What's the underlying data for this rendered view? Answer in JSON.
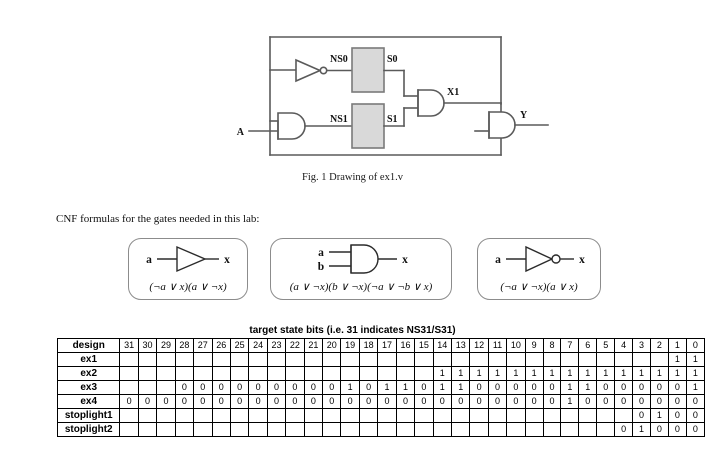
{
  "figure": {
    "caption": "Fig. 1 Drawing of ex1.v",
    "signals": {
      "input_a": "A",
      "ns0": "NS0",
      "s0": "S0",
      "ns1": "NS1",
      "s1": "S1",
      "x1": "X1",
      "y": "Y"
    },
    "gates": [
      {
        "name": "inverter-ns0",
        "type": "not"
      },
      {
        "name": "flipflop-s0",
        "type": "register"
      },
      {
        "name": "and-gate-ns1",
        "type": "and"
      },
      {
        "name": "flipflop-s1",
        "type": "register"
      },
      {
        "name": "and-gate-x1",
        "type": "and"
      },
      {
        "name": "and-gate-y",
        "type": "and"
      }
    ]
  },
  "lab_note": "CNF formulas for the gates needed in this lab:",
  "cnf_boxes": [
    {
      "gate": "buffer",
      "input_labels": [
        "a"
      ],
      "output_label": "x",
      "formula": "(¬a ∨ x)(a ∨ ¬x)"
    },
    {
      "gate": "and",
      "input_labels": [
        "a",
        "b"
      ],
      "output_label": "x",
      "formula": "(a ∨ ¬x)(b ∨ ¬x)(¬a ∨ ¬b ∨ x)"
    },
    {
      "gate": "not",
      "input_labels": [
        "a"
      ],
      "output_label": "x",
      "formula": "(¬a ∨ ¬x)(a ∨ x)"
    }
  ],
  "table": {
    "title": "target state bits (i.e. 31 indicates NS31/S31)",
    "design_header": "design",
    "bit_headers": [
      "31",
      "30",
      "29",
      "28",
      "27",
      "26",
      "25",
      "24",
      "23",
      "22",
      "21",
      "20",
      "19",
      "18",
      "17",
      "16",
      "15",
      "14",
      "13",
      "12",
      "11",
      "10",
      "9",
      "8",
      "7",
      "6",
      "5",
      "4",
      "3",
      "2",
      "1",
      "0"
    ],
    "rows": [
      {
        "design": "ex1",
        "bits": [
          "",
          "",
          "",
          "",
          "",
          "",
          "",
          "",
          "",
          "",
          "",
          "",
          "",
          "",
          "",
          "",
          "",
          "",
          "",
          "",
          "",
          "",
          "",
          "",
          "",
          "",
          "",
          "",
          "",
          "",
          "1",
          "1"
        ]
      },
      {
        "design": "ex2",
        "bits": [
          "",
          "",
          "",
          "",
          "",
          "",
          "",
          "",
          "",
          "",
          "",
          "",
          "",
          "",
          "",
          "",
          "",
          "1",
          "1",
          "1",
          "1",
          "1",
          "1",
          "1",
          "1",
          "1",
          "1",
          "1",
          "1",
          "1",
          "1",
          "1"
        ]
      },
      {
        "design": "ex3",
        "bits": [
          "",
          "",
          "",
          "0",
          "0",
          "0",
          "0",
          "0",
          "0",
          "0",
          "0",
          "0",
          "1",
          "0",
          "1",
          "1",
          "0",
          "1",
          "1",
          "0",
          "0",
          "0",
          "0",
          "0",
          "1",
          "1",
          "0",
          "0",
          "0",
          "0",
          "0",
          "1"
        ]
      },
      {
        "design": "ex4",
        "bits": [
          "0",
          "0",
          "0",
          "0",
          "0",
          "0",
          "0",
          "0",
          "0",
          "0",
          "0",
          "0",
          "0",
          "0",
          "0",
          "0",
          "0",
          "0",
          "0",
          "0",
          "0",
          "0",
          "0",
          "0",
          "1",
          "0",
          "0",
          "0",
          "0",
          "0",
          "0",
          "0"
        ]
      },
      {
        "design": "stoplight1",
        "bits": [
          "",
          "",
          "",
          "",
          "",
          "",
          "",
          "",
          "",
          "",
          "",
          "",
          "",
          "",
          "",
          "",
          "",
          "",
          "",
          "",
          "",
          "",
          "",
          "",
          "",
          "",
          "",
          "",
          "0",
          "1",
          "0",
          "0"
        ]
      },
      {
        "design": "stoplight2",
        "bits": [
          "",
          "",
          "",
          "",
          "",
          "",
          "",
          "",
          "",
          "",
          "",
          "",
          "",
          "",
          "",
          "",
          "",
          "",
          "",
          "",
          "",
          "",
          "",
          "",
          "",
          "",
          "",
          "0",
          "1",
          "0",
          "0",
          "0"
        ]
      }
    ]
  },
  "colors": {
    "wire": "#5a5a5a",
    "register_fill": "#d9d9d9",
    "register_stroke": "#7a7a7a",
    "box_stroke": "#8c8c8c",
    "text": "#111111"
  }
}
